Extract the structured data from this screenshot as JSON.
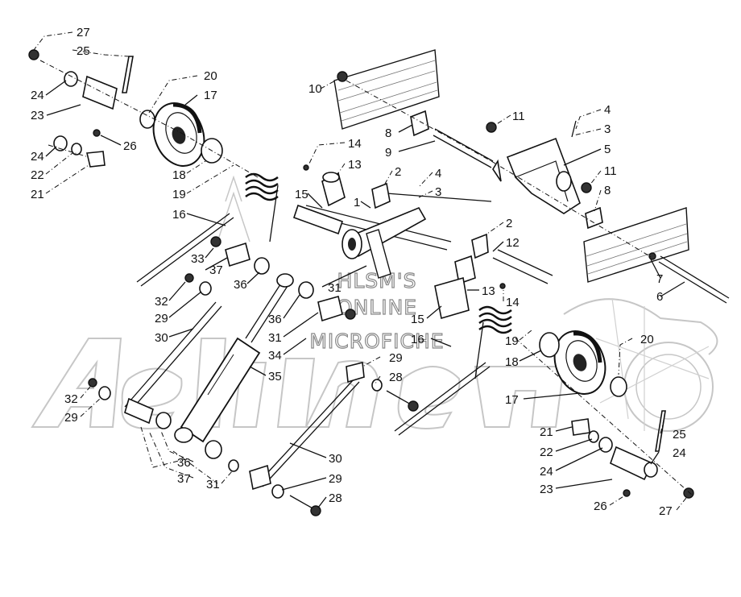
{
  "watermark": {
    "lines": [
      "HLSM'S",
      "ONLINE",
      "MICROFICHE"
    ],
    "logo_text": "Arctic Cat"
  },
  "callouts": [
    {
      "id": "c27a",
      "label": "27"
    },
    {
      "id": "c25a",
      "label": "25"
    },
    {
      "id": "c24a",
      "label": "24"
    },
    {
      "id": "c23a",
      "label": "23"
    },
    {
      "id": "c24b",
      "label": "24"
    },
    {
      "id": "c22a",
      "label": "22"
    },
    {
      "id": "c21a",
      "label": "21"
    },
    {
      "id": "c26a",
      "label": "26"
    },
    {
      "id": "c20a",
      "label": "20"
    },
    {
      "id": "c17a",
      "label": "17"
    },
    {
      "id": "c18a",
      "label": "18"
    },
    {
      "id": "c19a",
      "label": "19"
    },
    {
      "id": "c16a",
      "label": "16"
    },
    {
      "id": "c10",
      "label": "10"
    },
    {
      "id": "c8a",
      "label": "8"
    },
    {
      "id": "c9",
      "label": "9"
    },
    {
      "id": "c11a",
      "label": "11"
    },
    {
      "id": "c4a",
      "label": "4"
    },
    {
      "id": "c3a",
      "label": "3"
    },
    {
      "id": "c5",
      "label": "5"
    },
    {
      "id": "c11b",
      "label": "11"
    },
    {
      "id": "c8b",
      "label": "8"
    },
    {
      "id": "c14a",
      "label": "14"
    },
    {
      "id": "c13a",
      "label": "13"
    },
    {
      "id": "c2a",
      "label": "2"
    },
    {
      "id": "c4b",
      "label": "4"
    },
    {
      "id": "c3b",
      "label": "3"
    },
    {
      "id": "c15a",
      "label": "15"
    },
    {
      "id": "c1",
      "label": "1"
    },
    {
      "id": "c2b",
      "label": "2"
    },
    {
      "id": "c12",
      "label": "12"
    },
    {
      "id": "c7",
      "label": "7"
    },
    {
      "id": "c6",
      "label": "6"
    },
    {
      "id": "c33",
      "label": "33"
    },
    {
      "id": "c37a",
      "label": "37"
    },
    {
      "id": "c36a",
      "label": "36"
    },
    {
      "id": "c31a",
      "label": "31"
    },
    {
      "id": "c13b",
      "label": "13"
    },
    {
      "id": "c14b",
      "label": "14"
    },
    {
      "id": "c32a",
      "label": "32"
    },
    {
      "id": "c29a",
      "label": "29"
    },
    {
      "id": "c36b",
      "label": "36"
    },
    {
      "id": "c15b",
      "label": "15"
    },
    {
      "id": "c30a",
      "label": "30"
    },
    {
      "id": "c31b",
      "label": "31"
    },
    {
      "id": "c16b",
      "label": "16"
    },
    {
      "id": "c34",
      "label": "34"
    },
    {
      "id": "c29b",
      "label": "29"
    },
    {
      "id": "c19b",
      "label": "19"
    },
    {
      "id": "c35",
      "label": "35"
    },
    {
      "id": "c28a",
      "label": "28"
    },
    {
      "id": "c18b",
      "label": "18"
    },
    {
      "id": "c20b",
      "label": "20"
    },
    {
      "id": "c17b",
      "label": "17"
    },
    {
      "id": "c32b",
      "label": "32"
    },
    {
      "id": "c29c",
      "label": "29"
    },
    {
      "id": "c21b",
      "label": "21"
    },
    {
      "id": "c25b",
      "label": "25"
    },
    {
      "id": "c22b",
      "label": "22"
    },
    {
      "id": "c24c",
      "label": "24"
    },
    {
      "id": "c24d",
      "label": "24"
    },
    {
      "id": "c36c",
      "label": "36"
    },
    {
      "id": "c30b",
      "label": "30"
    },
    {
      "id": "c37b",
      "label": "37"
    },
    {
      "id": "c29d",
      "label": "29"
    },
    {
      "id": "c23b",
      "label": "23"
    },
    {
      "id": "c31c",
      "label": "31"
    },
    {
      "id": "c28b",
      "label": "28"
    },
    {
      "id": "c26b",
      "label": "26"
    },
    {
      "id": "c27b",
      "label": "27"
    }
  ]
}
